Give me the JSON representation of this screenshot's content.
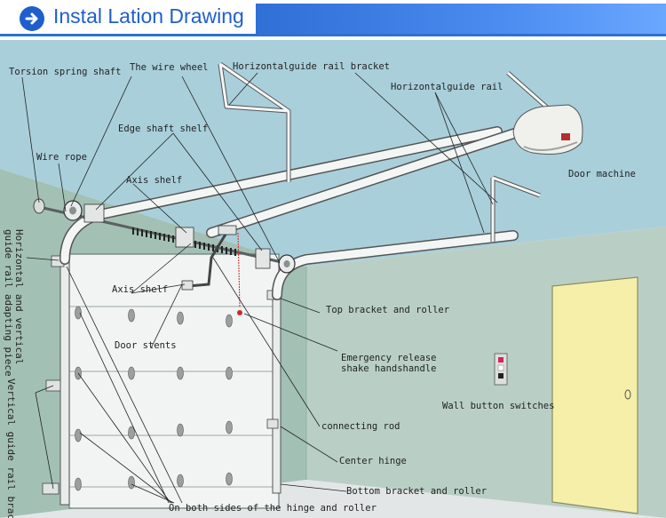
{
  "header": {
    "title": "Instal Lation Drawing"
  },
  "labels": {
    "torsion_spring_shaft": "Torsion spring shaft",
    "wire_wheel": "The wire wheel",
    "horizontal_guide_rail_bracket": "Horizontalguide rail  bracket",
    "horizontal_guide_rail": "Horizontalguide rail",
    "edge_shaft_shelf": "Edge shaft shelf",
    "wire_rope": "Wire rope",
    "door_machine": "Door machine",
    "axis_shelf_top": "Axis shelf",
    "axis_shelf_mid": "Axis shelf",
    "door_stents": "Door stents",
    "top_bracket_roller": "Top bracket and roller",
    "emergency_release_1": "Emergency release",
    "emergency_release_2": "shake handshandle",
    "wall_button_switches": "Wall button switches",
    "connecting_rod": "connecting rod",
    "center_hinge": "Center hinge",
    "bottom_bracket_roller": "Bottom bracket and roller",
    "both_sides": "On both sides of the hinge and roller",
    "adapting_piece_1": "Horizontal and vertical",
    "adapting_piece_2": "guide rail adapting piece",
    "vertical_rail_bracket": "Vertical guide rail bracket"
  },
  "colors": {
    "header_blue": "#2f6fd6",
    "ceiling": "#a9cfdb",
    "left_wall": "#a3c0b5",
    "right_wall": "#b9cfc5",
    "floor": "#e2e6e7",
    "door_panel": "#f2f4f3",
    "side_door": "#f6efaa"
  }
}
